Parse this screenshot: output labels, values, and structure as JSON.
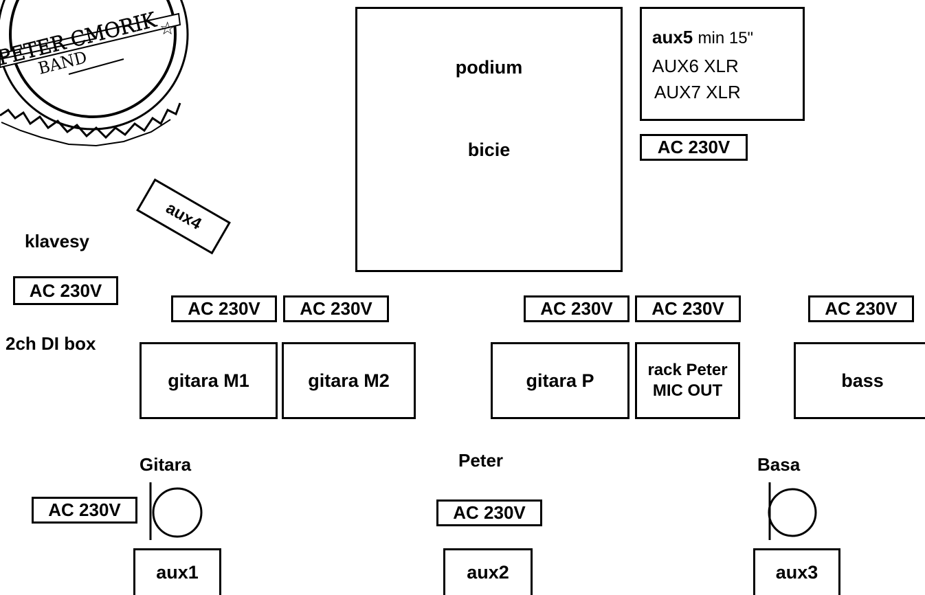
{
  "logo": {
    "name": "PETER CMORIK",
    "subtitle": "BAND",
    "star": "☆"
  },
  "riser": {
    "line1": "podium",
    "line2": "bicie"
  },
  "aux_box": {
    "aux5_label": "aux5",
    "aux5_note": "min 15\"",
    "aux6": "AUX6 XLR",
    "aux7": "AUX7 XLR"
  },
  "power_label": "AC 230V",
  "keys": {
    "label": "klavesy",
    "di": "2ch DI box",
    "monitor": "aux4"
  },
  "amps": {
    "guitar_m1": "gitara M1",
    "guitar_m2": "gitara M2",
    "guitar_p": "gitara P",
    "rack_line1": "rack Peter",
    "rack_line2": "MIC OUT",
    "bass": "bass"
  },
  "vocals": {
    "left": "Gitara",
    "center": "Peter",
    "right": "Basa"
  },
  "monitors": {
    "aux1": "aux1",
    "aux2": "aux2",
    "aux3": "aux3"
  }
}
